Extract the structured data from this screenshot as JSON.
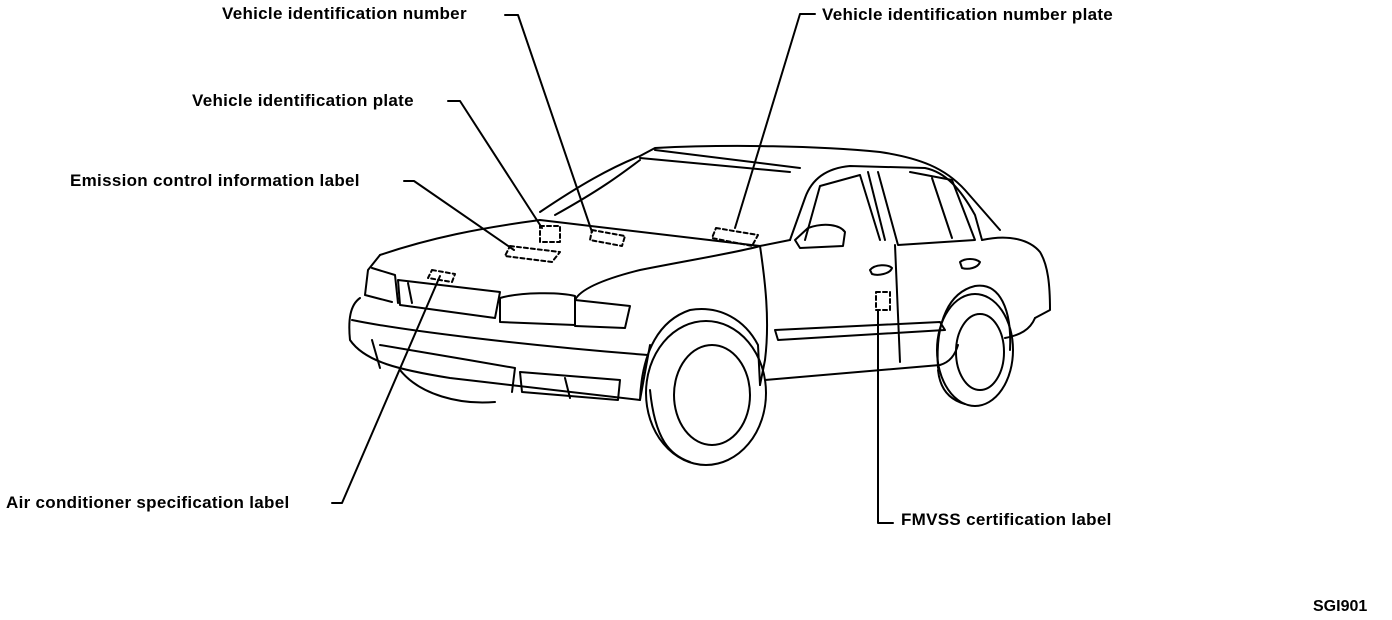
{
  "labels": {
    "vin": "Vehicle identification number",
    "vin_plate": "Vehicle identification number plate",
    "id_plate": "Vehicle identification plate",
    "emission": "Emission control information label",
    "ac_spec": "Air conditioner specification label",
    "fmvss": "FMVSS certification label"
  },
  "figure_code": "SGI901"
}
